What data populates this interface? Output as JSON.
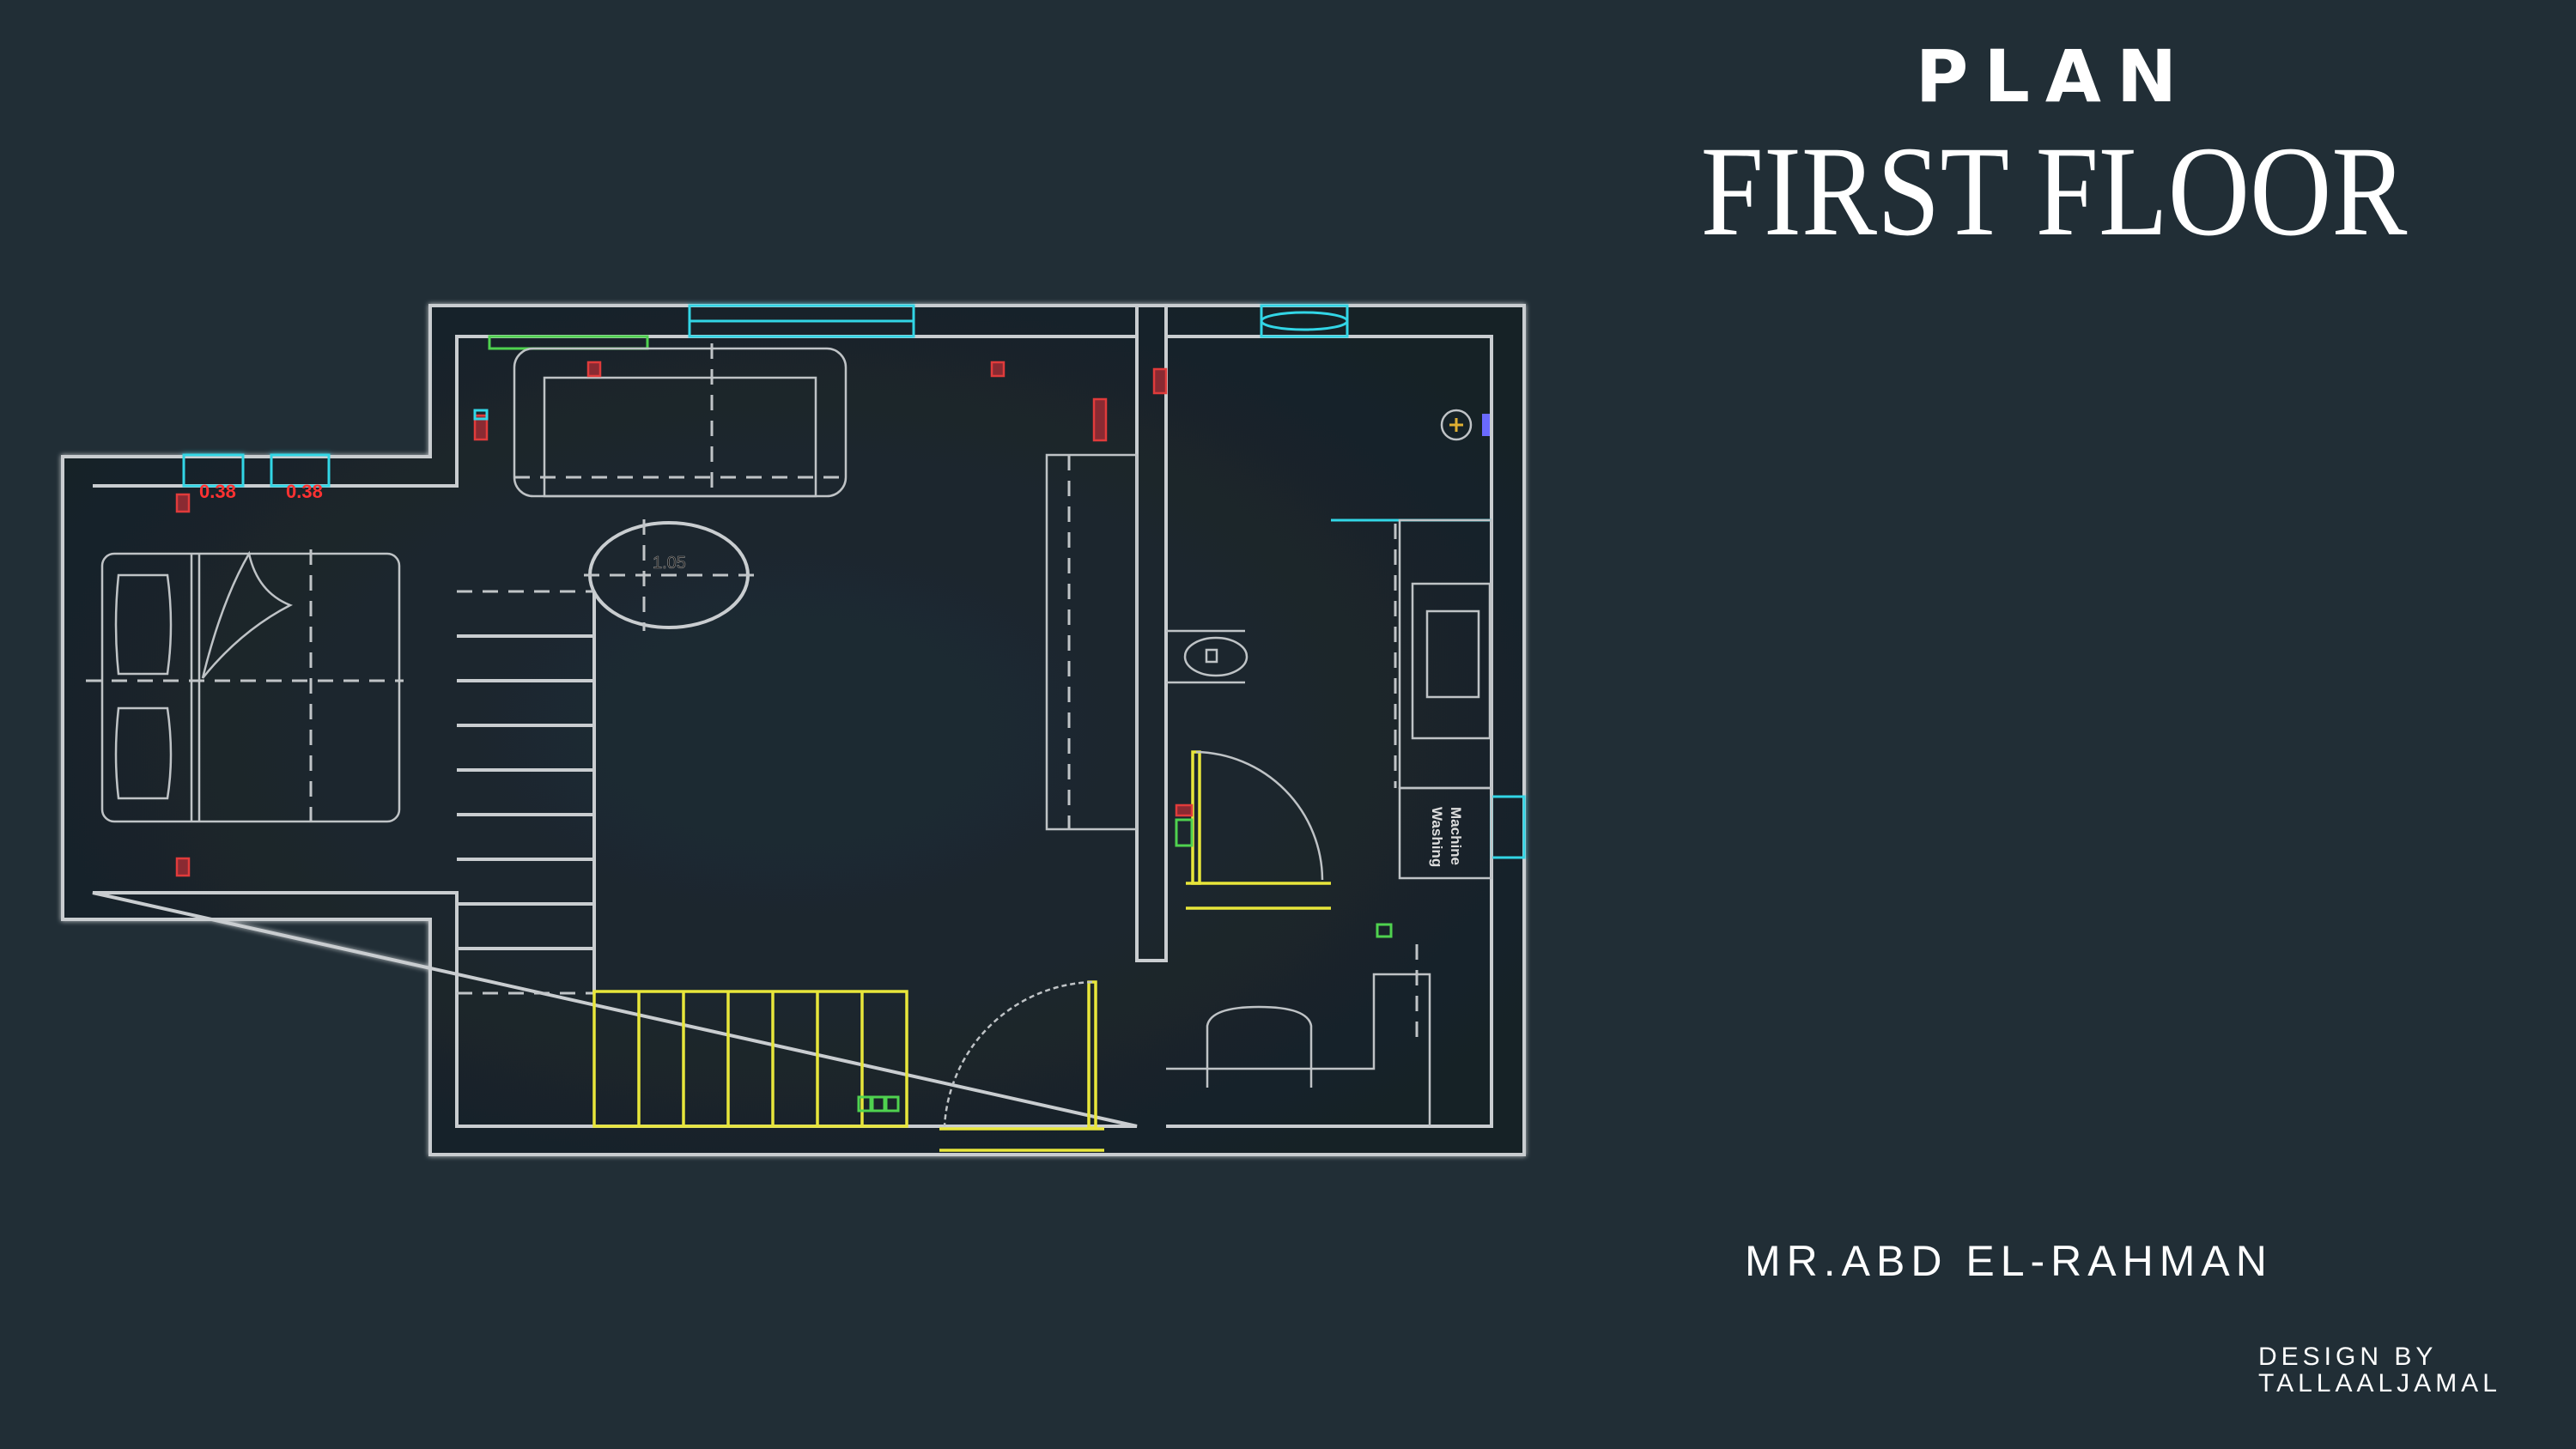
{
  "header": {
    "kicker": "PLAN",
    "title": "FIRST FLOOR"
  },
  "client": "MR.ABD EL-RAHMAN",
  "credit": {
    "line1": "DESIGN BY",
    "line2": "TALLAALJAMAL"
  },
  "plan": {
    "window_height_labels": [
      "0.38",
      "0.38"
    ],
    "table_dimension": "1.05",
    "washing_machine_label": [
      "Washing",
      "Machine"
    ]
  },
  "colors": {
    "background": "#212e36",
    "walls": "#c9cdd0",
    "windows": "#33d6e6",
    "doors": "#e8e63a",
    "sockets": "#e03a3a",
    "switches": "#4fd24f"
  }
}
